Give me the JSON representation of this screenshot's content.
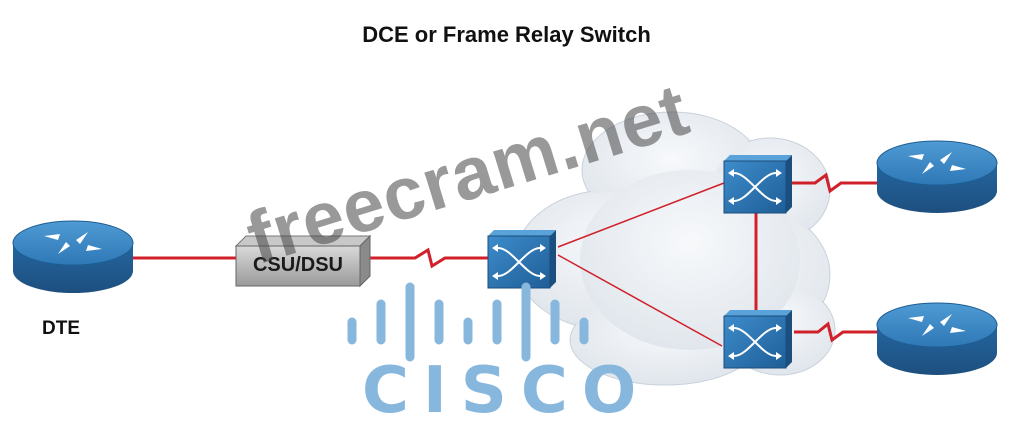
{
  "diagram": {
    "title": "DCE or Frame Relay Switch",
    "nodes": {
      "dte_router": {
        "label": "DTE",
        "icon": "router-icon"
      },
      "csu_dsu": {
        "label": "CSU/DSU"
      },
      "switch_entry": {
        "icon": "frame-relay-switch-icon"
      },
      "switch_top": {
        "icon": "frame-relay-switch-icon"
      },
      "switch_bottom": {
        "icon": "frame-relay-switch-icon"
      },
      "router_top_right": {
        "icon": "router-icon"
      },
      "router_bottom_right": {
        "icon": "router-icon"
      }
    },
    "links": [
      {
        "from": "dte_router",
        "to": "csu_dsu",
        "type": "straight"
      },
      {
        "from": "csu_dsu",
        "to": "switch_entry",
        "type": "serial"
      },
      {
        "from": "switch_entry",
        "to": "switch_top",
        "type": "straight"
      },
      {
        "from": "switch_entry",
        "to": "switch_bottom",
        "type": "straight"
      },
      {
        "from": "switch_top",
        "to": "switch_bottom",
        "type": "straight"
      },
      {
        "from": "switch_top",
        "to": "router_top_right",
        "type": "serial"
      },
      {
        "from": "switch_bottom",
        "to": "router_bottom_right",
        "type": "serial"
      }
    ]
  },
  "watermark": {
    "text": "freecram.net"
  },
  "logo": {
    "text": "CISCO"
  },
  "colors": {
    "link": "#d0202a",
    "device_blue": "#2b6fa8",
    "cloud": "#e9edf2",
    "logo": "#88b7de"
  }
}
